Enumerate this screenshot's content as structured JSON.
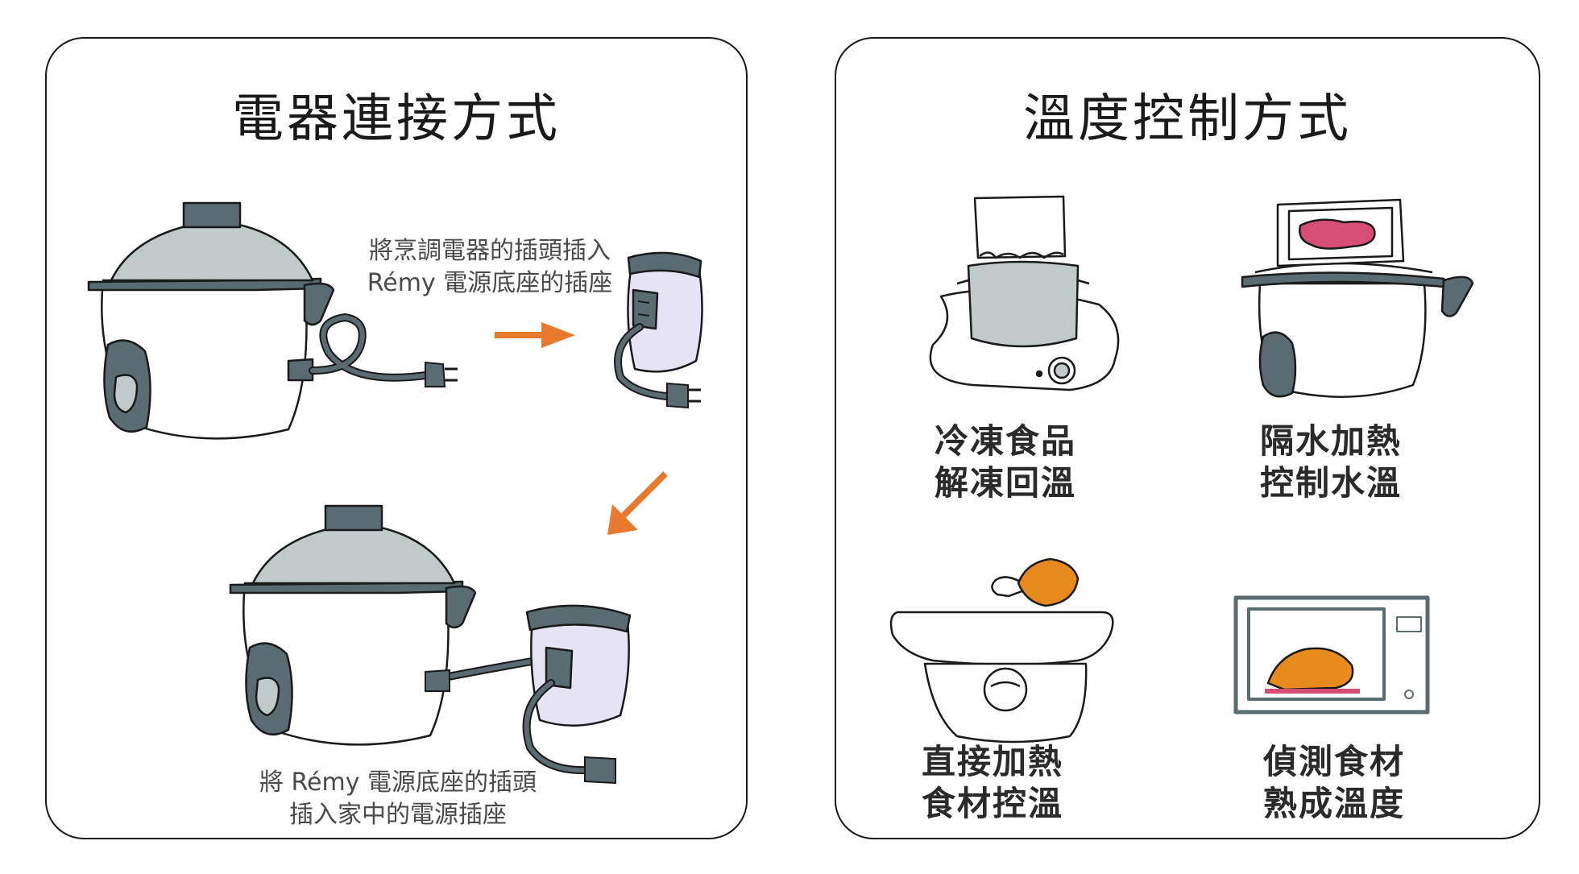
{
  "colors": {
    "lid": "#bfcac9",
    "dark": "#5a6b72",
    "body": "#ffffff",
    "adapter": "#e6e4f4",
    "arrow": "#e87a2f",
    "meat": "#d64d76",
    "chicken": "#e8891e"
  },
  "left_panel": {
    "title": "電器連接方式",
    "step1_line1": "將烹調電器的插頭插入",
    "step1_line2": "Rémy 電源底座的插座",
    "step2_line1": "將 Rémy 電源底座的插頭",
    "step2_line2": "插入家中的電源插座"
  },
  "right_panel": {
    "title": "溫度控制方式",
    "items": [
      {
        "line1": "冷凍食品",
        "line2": "解凍回溫",
        "icon": "frozen-bag-pot-icon"
      },
      {
        "line1": "隔水加熱",
        "line2": "控制水溫",
        "icon": "sous-vide-cooker-icon"
      },
      {
        "line1": "直接加熱",
        "line2": "食材控溫",
        "icon": "chicken-leg-pot-icon"
      },
      {
        "line1": "偵測食材",
        "line2": "熟成溫度",
        "icon": "microwave-chicken-icon"
      }
    ]
  }
}
